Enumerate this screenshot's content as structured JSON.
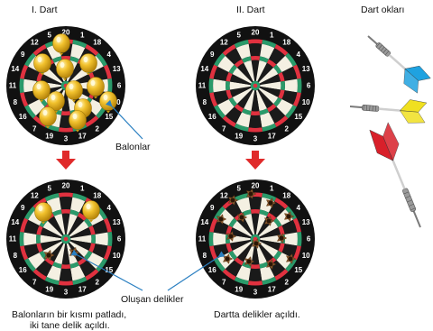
{
  "titles": {
    "dart1": "I. Dart",
    "dart2": "II. Dart",
    "arrows": "Dart okları"
  },
  "labels": {
    "balloons": "Balonlar",
    "holes": "Oluşan delikler"
  },
  "captions": {
    "left_line1": "Balonların bir kısmı patladı,",
    "left_line2": "iki tane delik açıldı.",
    "right": "Dartta delikler açıldı."
  },
  "board_numbers": [
    "20",
    "1",
    "18",
    "4",
    "13",
    "6",
    "10",
    "15",
    "2",
    "17",
    "3",
    "19",
    "7",
    "16",
    "8",
    "11",
    "14",
    "9",
    "12",
    "5"
  ],
  "colors": {
    "red": "#e0313f",
    "green": "#2a9a6a",
    "black": "#1a1a1a",
    "cream": "#f4f0e2",
    "balloon": "#f2c22e",
    "pointer": "#2a7fc1",
    "down_arrow": "#e02a2a",
    "dart_blue": "#1fa2e0",
    "dart_yellow": "#f0e020",
    "dart_red": "#d8202a"
  },
  "panels": [
    {
      "name": "dart1-before",
      "balloons": 12,
      "holes": 0
    },
    {
      "name": "dart2-before",
      "balloons": 0,
      "holes": 0
    },
    {
      "name": "dart1-after",
      "balloons": 2,
      "holes": 2
    },
    {
      "name": "dart2-after",
      "balloons": 0,
      "holes": 14
    }
  ],
  "darts": [
    {
      "name": "blue-dart",
      "color": "dart_blue"
    },
    {
      "name": "yellow-dart",
      "color": "dart_yellow"
    },
    {
      "name": "red-dart",
      "color": "dart_red"
    }
  ]
}
